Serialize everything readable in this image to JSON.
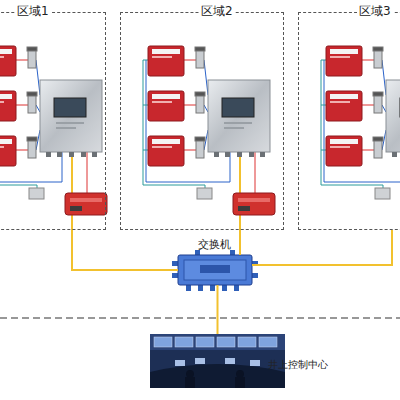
{
  "diagram": {
    "nodes": [
      {
        "text": [
          "区域1"
        ]
      },
      {
        "text": [
          "区域2"
        ]
      },
      {
        "text": [
          "区域3"
        ]
      },
      {
        "text": [
          "交换机"
        ]
      },
      {
        "text": [
          "井上控制中心"
        ]
      }
    ],
    "edges": [
      {
        "from": 0,
        "to": 3,
        "arrow": "none"
      },
      {
        "from": 1,
        "to": 3,
        "arrow": "none"
      },
      {
        "from": 2,
        "to": 3,
        "arrow": "none"
      },
      {
        "from": 3,
        "to": 4,
        "arrow": "none"
      }
    ]
  }
}
